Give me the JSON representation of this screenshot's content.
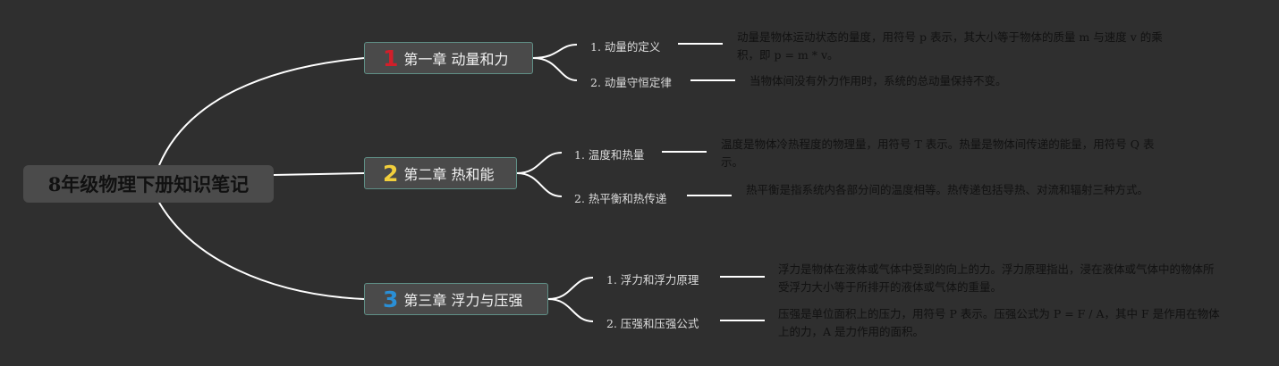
{
  "root": {
    "label": "8年级物理下册知识笔记"
  },
  "chapters": [
    {
      "number": "1",
      "number_color": "#d21f2a",
      "title": "第一章 动量和力",
      "topics": [
        {
          "label": "1. 动量的定义",
          "desc": "动量是物体运动状态的量度，用符号 p 表示，其大小等于物体的质量 m 与速度 v 的乘积，即 p = m * v。"
        },
        {
          "label": "2. 动量守恒定律",
          "desc": "当物体间没有外力作用时，系统的总动量保持不变。"
        }
      ]
    },
    {
      "number": "2",
      "number_color": "#f2cf3c",
      "title": "第二章 热和能",
      "topics": [
        {
          "label": "1. 温度和热量",
          "desc": "温度是物体冷热程度的物理量，用符号 T 表示。热量是物体间传递的能量，用符号 Q 表示。"
        },
        {
          "label": "2. 热平衡和热传递",
          "desc": "热平衡是指系统内各部分间的温度相等。热传递包括导热、对流和辐射三种方式。"
        }
      ]
    },
    {
      "number": "3",
      "number_color": "#2a8fd6",
      "title": "第三章 浮力与压强",
      "topics": [
        {
          "label": "1. 浮力和浮力原理",
          "desc": "浮力是物体在液体或气体中受到的向上的力。浮力原理指出，浸在液体或气体中的物体所受浮力大小等于所排开的液体或气体的重量。"
        },
        {
          "label": "2. 压强和压强公式",
          "desc": "压强是单位面积上的压力，用符号 P 表示。压强公式为 P = F / A，其中 F 是作用在物体上的力，A 是力作用的面积。"
        }
      ]
    }
  ]
}
